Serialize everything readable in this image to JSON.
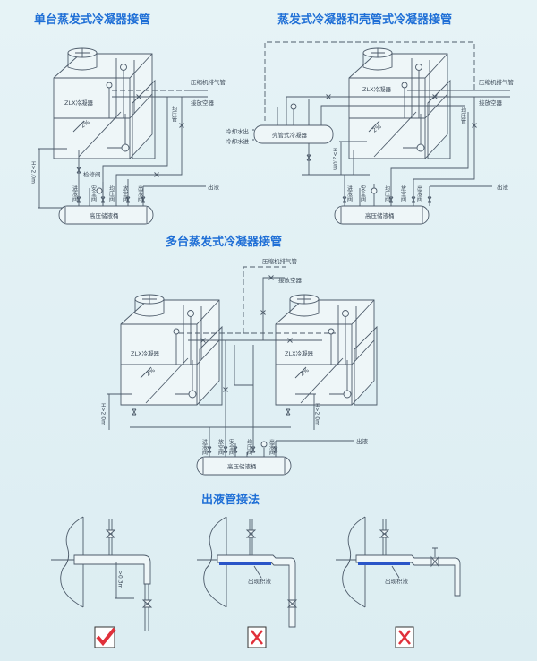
{
  "titles": {
    "single": "单台蒸发式冷凝器接管",
    "combo": "蒸发式冷凝器和壳管式冷凝器接管",
    "multi": "多台蒸发式冷凝器接管",
    "outlet": "出液管接法"
  },
  "labels": {
    "condenser": "ZLX冷凝器",
    "discharge": "压缩机排气管",
    "purger": "接放空器",
    "equalizer_pipe": "均压管",
    "service_valve": "检修阀",
    "inlet_valve": "进液阀",
    "safety_valve": "安全阀",
    "equalizer_valve": "均压阀",
    "vent_valve": "放空阀",
    "outlet_valve": "出液阀",
    "outlet": "出液",
    "receiver": "高压储液桶",
    "height": "H>2.0m",
    "slope": "2%",
    "water_out": "冷却水出",
    "water_in": "冷却水进",
    "shell_tube": "壳管式冷凝器",
    "min_drop": ">0.3m",
    "accumulation": "出现积液"
  },
  "verdicts": [
    "correct",
    "wrong",
    "wrong"
  ],
  "colors": {
    "title": "#1f6fd6",
    "line": "#4d5b6a",
    "check": "#e0303a",
    "liquid": "#2a55c8"
  }
}
